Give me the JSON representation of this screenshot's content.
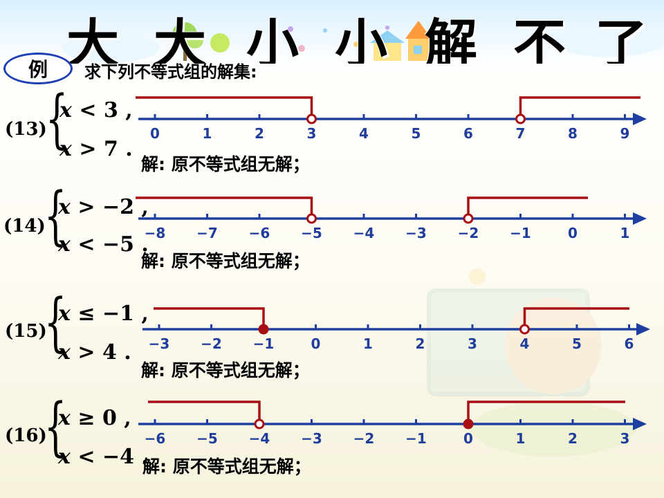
{
  "title": {
    "chars": [
      "大",
      "大",
      "小",
      "小",
      "解",
      "不",
      "了"
    ]
  },
  "example_label": "例",
  "instruction": "求下列不等式组的解集:",
  "colors": {
    "axis": "#1f3fa0",
    "solution_ray": "#a80f14",
    "badge_border": "#1f3fb5",
    "tick_text": "#1f3d9a"
  },
  "problems": [
    {
      "number": "(13)",
      "ineq1": {
        "var": "x",
        "op": "<",
        "value": "3",
        "sep": ","
      },
      "ineq2": {
        "var": "x",
        "op": ">",
        "value": "7",
        "sep": "."
      },
      "ticks": [
        "0",
        "1",
        "2",
        "3",
        "4",
        "5",
        "6",
        "7",
        "8",
        "9"
      ],
      "rays": [
        {
          "point": 3,
          "direction": "left",
          "closed": false
        },
        {
          "point": 7,
          "direction": "right",
          "closed": false
        }
      ],
      "answer": "解: 原不等式组无解；"
    },
    {
      "number": "(14)",
      "ineq1": {
        "var": "x",
        "op": ">",
        "value": "−2",
        "sep": ","
      },
      "ineq2": {
        "var": "x",
        "op": "<",
        "value": "−5",
        "sep": "."
      },
      "ticks": [
        "−8",
        "−7",
        "−6",
        "−5",
        "−4",
        "−3",
        "−2",
        "−1",
        "0",
        "1"
      ],
      "rays": [
        {
          "point": -5,
          "direction": "left",
          "closed": false
        },
        {
          "point": -2,
          "direction": "right",
          "closed": false
        }
      ],
      "answer": "解: 原不等式组无解；"
    },
    {
      "number": "(15)",
      "ineq1": {
        "var": "x",
        "op": "≤",
        "value": "−1",
        "sep": ","
      },
      "ineq2": {
        "var": "x",
        "op": ">",
        "value": "4",
        "sep": "."
      },
      "ticks": [
        "−3",
        "−2",
        "−1",
        "0",
        "1",
        "2",
        "3",
        "4",
        "5",
        "6"
      ],
      "rays": [
        {
          "point": -1,
          "direction": "left",
          "closed": true
        },
        {
          "point": 4,
          "direction": "right",
          "closed": false
        }
      ],
      "answer": "解: 原不等式组无解；"
    },
    {
      "number": "(16)",
      "ineq1": {
        "var": "x",
        "op": "≥",
        "value": "0",
        "sep": ","
      },
      "ineq2": {
        "var": "x",
        "op": "<",
        "value": "−4",
        "sep": "."
      },
      "ticks": [
        "−6",
        "−5",
        "−4",
        "−3",
        "−2",
        "−1",
        "0",
        "1",
        "2",
        "3"
      ],
      "rays": [
        {
          "point": -4,
          "direction": "left",
          "closed": false
        },
        {
          "point": 0,
          "direction": "right",
          "closed": true
        }
      ],
      "answer": "解: 原不等式组无解；"
    }
  ]
}
